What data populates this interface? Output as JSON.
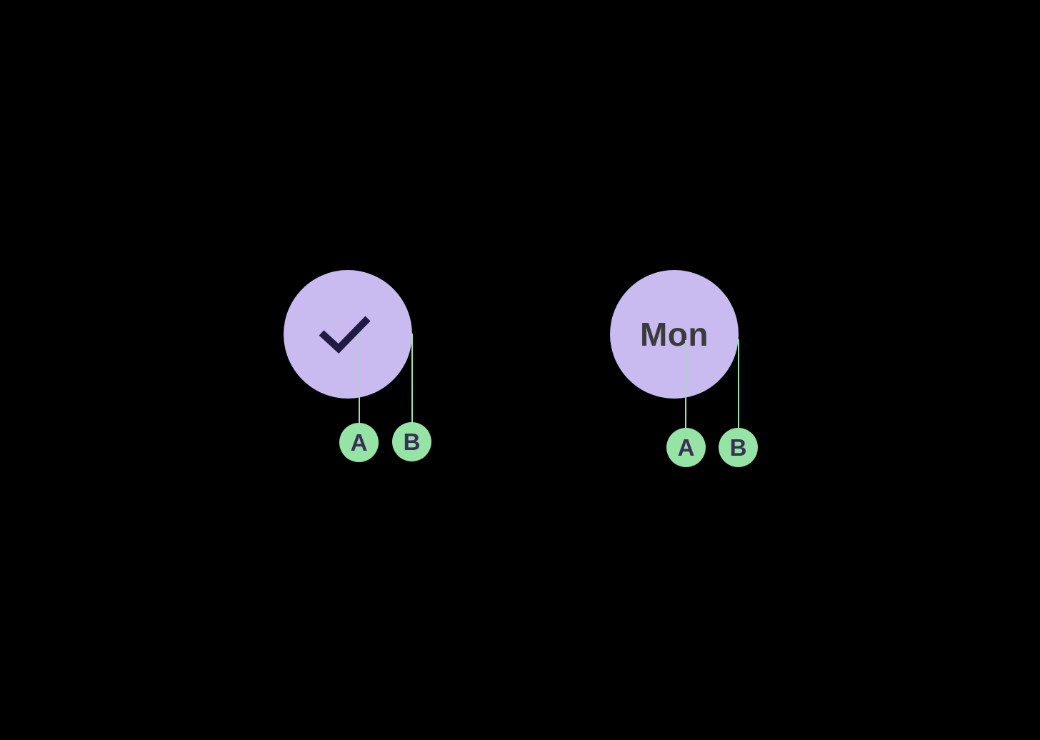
{
  "canvas": {
    "background": "#000000"
  },
  "palette": {
    "canvas_bg": "#000000",
    "circle_fill": "#c9bbf0",
    "marker_fill": "#96e3a6",
    "connector_color": "#96e3a6",
    "check_color": "#211a44",
    "marker_text_color": "#3a3054",
    "day_text_color": "#3b3b3b"
  },
  "groups": [
    {
      "id": "checked-day",
      "content": "check-icon",
      "markers": [
        {
          "label": "A"
        },
        {
          "label": "B"
        }
      ]
    },
    {
      "id": "mon-day",
      "day_label": "Mon",
      "markers": [
        {
          "label": "A"
        },
        {
          "label": "B"
        }
      ]
    }
  ]
}
